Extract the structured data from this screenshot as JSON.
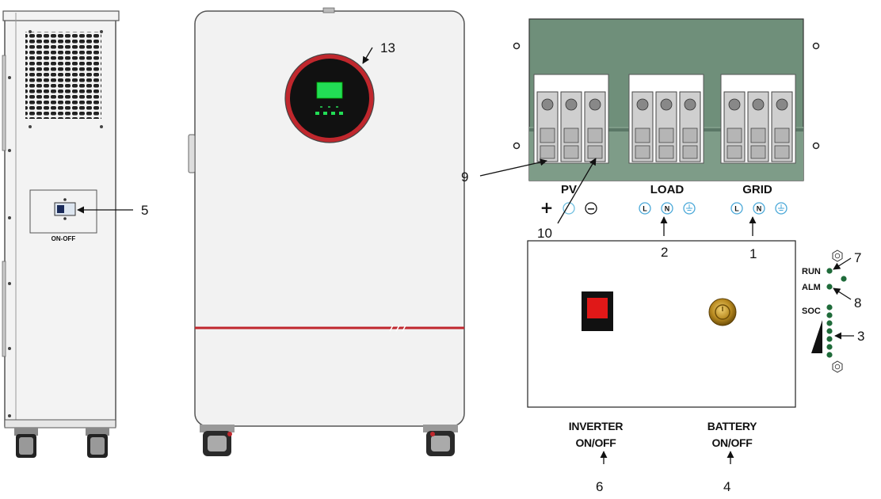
{
  "colors": {
    "cabinet": "#f1f1f1",
    "outline": "#555555",
    "accent_red": "#c0272d",
    "lcd_green": "#22dd55",
    "panel_green": "#6f8f7a",
    "led_green": "#1f6b3a",
    "callout": "#111111"
  },
  "side_view": {
    "switch_label": "ON-OFF"
  },
  "callouts": {
    "c1": "1",
    "c2": "2",
    "c3": "3",
    "c4": "4",
    "c5": "5",
    "c6": "6",
    "c7": "7",
    "c8": "8",
    "c9": "9",
    "c10": "10",
    "c13": "13"
  },
  "terminals": {
    "pv": "PV",
    "load": "LOAD",
    "grid": "GRID",
    "pv_plus": "+",
    "pv_minus": "−",
    "load_L": "L",
    "load_N": "N",
    "grid_L": "L",
    "grid_N": "N"
  },
  "indicators": {
    "run": "RUN",
    "alm": "ALM",
    "soc": "SOC"
  },
  "switches": {
    "inverter_line1": "INVERTER",
    "inverter_line2": "ON/OFF",
    "battery_line1": "BATTERY",
    "battery_line2": "ON/OFF"
  },
  "icons": [
    "vent-grille",
    "lcd-display",
    "caster-wheel",
    "terminal-block",
    "ground-symbol",
    "status-led",
    "hex-nut",
    "power-switch",
    "battery-breaker"
  ]
}
